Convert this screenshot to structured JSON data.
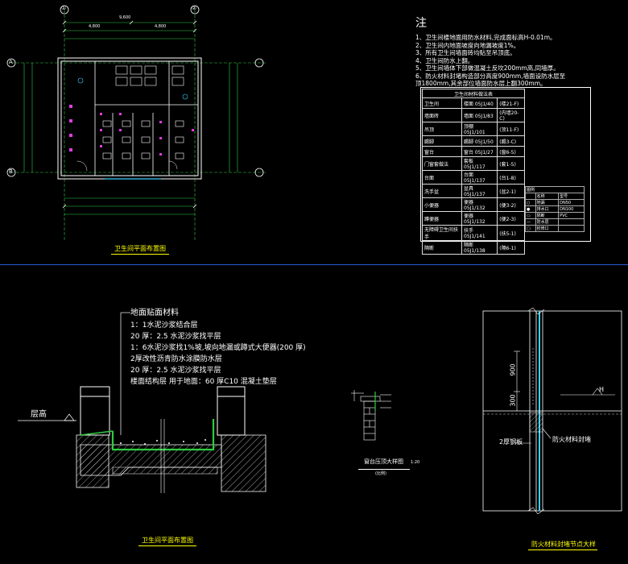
{
  "titles": {
    "plan": "卫生间平面布置图",
    "section": "卫生间平面布置图",
    "detail_small": "窗台压顶大样图",
    "detail_small_scale": "1:20",
    "detail_small_sub": "(比例)",
    "detail_fire": "防火材料封堵节点大样"
  },
  "notes": {
    "heading": "注",
    "lines": [
      "1、卫生间楼地面用防水材料,完成面标高H-0.01m。",
      "2、卫生间内地面坡度向地漏坡度1%。",
      "3、所有卫生间墙面砖均贴至吊顶底。",
      "4、卫生间防水上翻。",
      "5、卫生间墙体下部做混凝土反坎200mm高,同墙厚。",
      "6、防火材料封堵构造部分高度900mm,墙面设防水层至",
      "   顶1800mm,其余部位墙面防水层上翻300mm。"
    ]
  },
  "material_table": {
    "title": "卫生间材料做法表",
    "rows": [
      [
        "卫生间",
        "楼面 05J1/40",
        "(楼21-F)"
      ],
      [
        "墙面砖",
        "墙面 05J1/83",
        "(内墙20-C)"
      ],
      [
        "吊顶",
        "顶棚 05J1/101",
        "(顶11-F)"
      ],
      [
        "踢脚",
        "踢脚 05J1/50",
        "(踢3-C)"
      ],
      [
        "窗台",
        "窗台 05J1/27",
        "(窗6-5)"
      ],
      [
        "门窗套做法",
        "套板 05J1/117",
        "(套1-5)"
      ],
      [
        "台面",
        "台面 05J1/137",
        "(台1-8)"
      ],
      [
        "洗手盆",
        "盆具 05J1/137",
        "(盆2-1)"
      ],
      [
        "小便器",
        "便器 05J1/132",
        "(便3-2)"
      ],
      [
        "蹲便器",
        "便器 05J1/132",
        "(便2-3)"
      ],
      [
        "无障碍卫生间扶手",
        "扶手 05J1/141",
        "(扶5-1)"
      ],
      [
        "隔断",
        "隔断 05J1/138",
        "(隔6-1)"
      ]
    ]
  },
  "legend_table": {
    "title": "图例",
    "rows": [
      [
        "",
        "名称",
        "型号"
      ],
      [
        "○",
        "地漏",
        "DN50"
      ],
      [
        "●",
        "排水口",
        "DN100"
      ],
      [
        "▭",
        "隔断",
        "PVC"
      ],
      [
        "—",
        "防水层",
        ""
      ],
      [
        "□",
        "检修口",
        ""
      ]
    ]
  },
  "section_labels": {
    "heading": "地面贴面材料",
    "lines": [
      "1：1水泥沙浆结合层",
      "20 厚：2.5 水泥沙浆找平层",
      "1：6水泥沙浆找1%坡,坡向地漏或蹲式大便器(200 厚)",
      "2厚改性沥青防水涂膜防水层",
      "20 厚：2.5 水泥沙浆找平层",
      "楼面结构层 用于地面：60 厚C10 混凝土垫层"
    ],
    "floor_label": "层高"
  },
  "fire_detail": {
    "dim_900": "900",
    "dim_300": "300",
    "label_h": "H",
    "label_steel": "2厚钢板",
    "label_fire": "防火材料封堵"
  },
  "plan_dims": {
    "top_overall": "9,600",
    "top_a": "4,800",
    "top_b": "4,800",
    "axis_1": "①",
    "axis_2": "②",
    "axis_a": "A",
    "axis_b": "B"
  }
}
